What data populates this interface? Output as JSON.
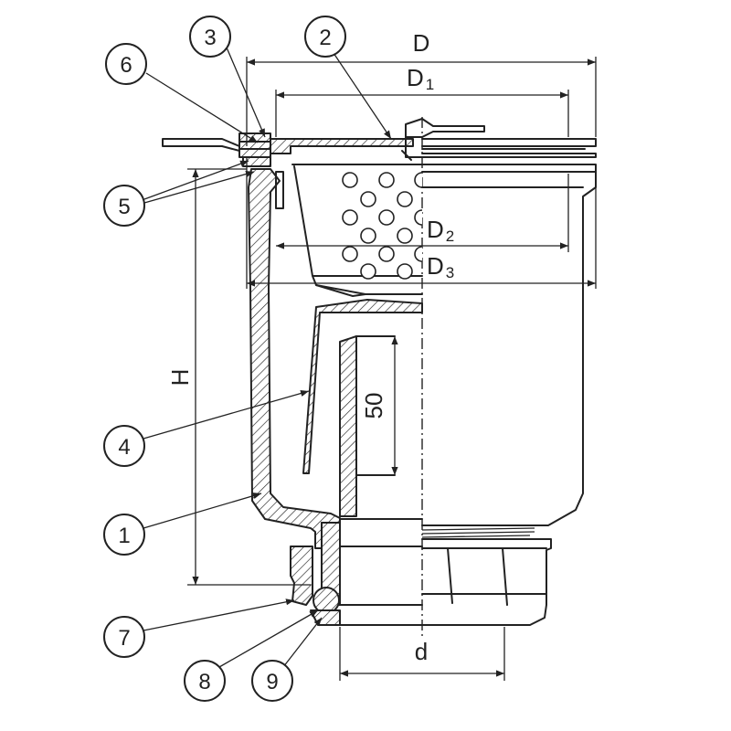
{
  "callouts": [
    "1",
    "2",
    "3",
    "4",
    "5",
    "6",
    "7",
    "8",
    "9"
  ],
  "dimensions": {
    "D": "D",
    "D1_main": "D",
    "D1_sub": "1",
    "D2_main": "D",
    "D2_sub": "2",
    "D3_main": "D",
    "D3_sub": "3",
    "H": "H",
    "depth_50": "50",
    "d": "d"
  }
}
